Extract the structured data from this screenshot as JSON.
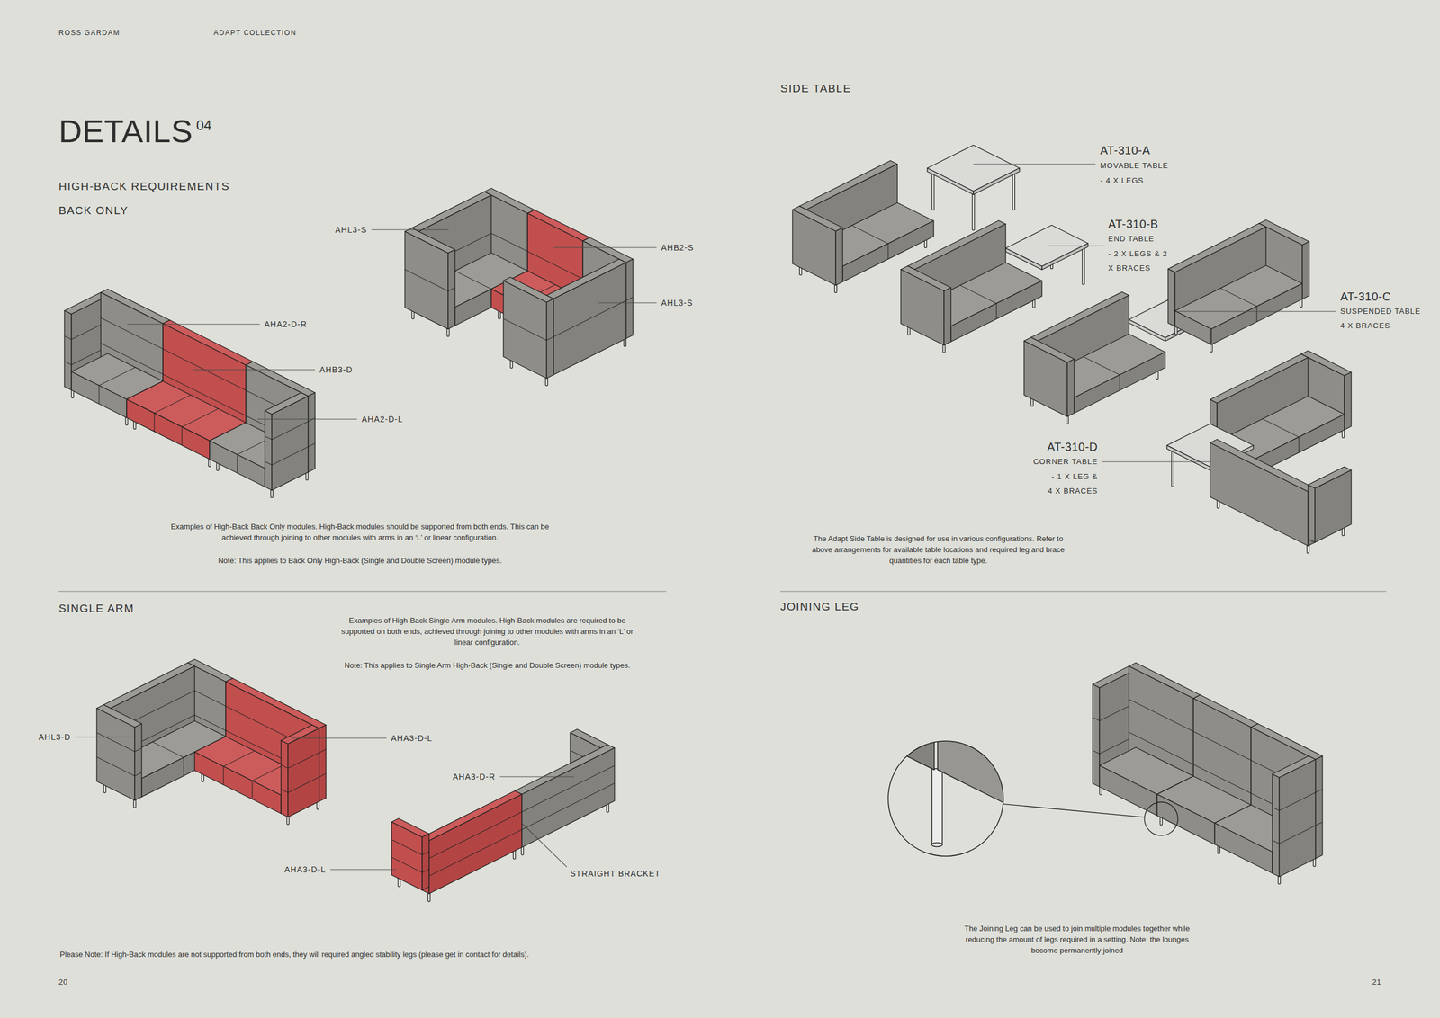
{
  "diagram": {
    "title": "DETAILS",
    "labels": [
      "ROSS GARDAM",
      "ADAPT COLLECTION",
      "04",
      "HIGH-BACK REQUIREMENTS",
      "BACK ONLY",
      "AHL3-S",
      "AHB2-S",
      "AHL3-S",
      "AHA2-D-R",
      "AHB3-D",
      "AHA2-D-L",
      "Examples of High-Back Back Only modules. High-Back modules should be supported from both ends. This can be achieved through joining to other modules with arms in an ‘L’ or linear configuration.",
      "Note: This applies to Back Only High-Back (Single and Double Screen) module types.",
      "SINGLE ARM",
      "Examples of High-Back Single Arm modules. High-Back modules are required to be supported on both ends, achieved through joining to other modules with arms in an ‘L’ or linear configuration.",
      "Note: This applies to Single Arm High-Back (Single and Double Screen) module types.",
      "AHL3-D",
      "AHA3-D-L",
      "AHA3-D-R",
      "STRAIGHT BRACKET",
      "AHA3-D-L",
      "Please Note: If High-Back modules are not supported from both ends, they will required angled stability legs (please get in contact for details).",
      "20",
      "SIDE TABLE",
      "AT-310-A",
      "MOVABLE TABLE",
      "- 4 X LEGS",
      "AT-310-B",
      "END TABLE",
      "- 2 X LEGS & 2 X BRACES",
      "AT-310-C",
      "SUSPENDED TABLE",
      "4 X BRACES",
      "AT-310-D",
      "CORNER TABLE",
      "- 1 X LEG & 4 X BRACES",
      "The Adapt Side Table is designed for use in various configurations. Refer to above arrangements for available table locations and required leg and brace quantities for each table type.",
      "JOINING LEG",
      "The Joining Leg can be used to join multiple modules together while reducing the amount of legs required in a setting. Note: the lounges become permanently joined",
      "21"
    ]
  }
}
